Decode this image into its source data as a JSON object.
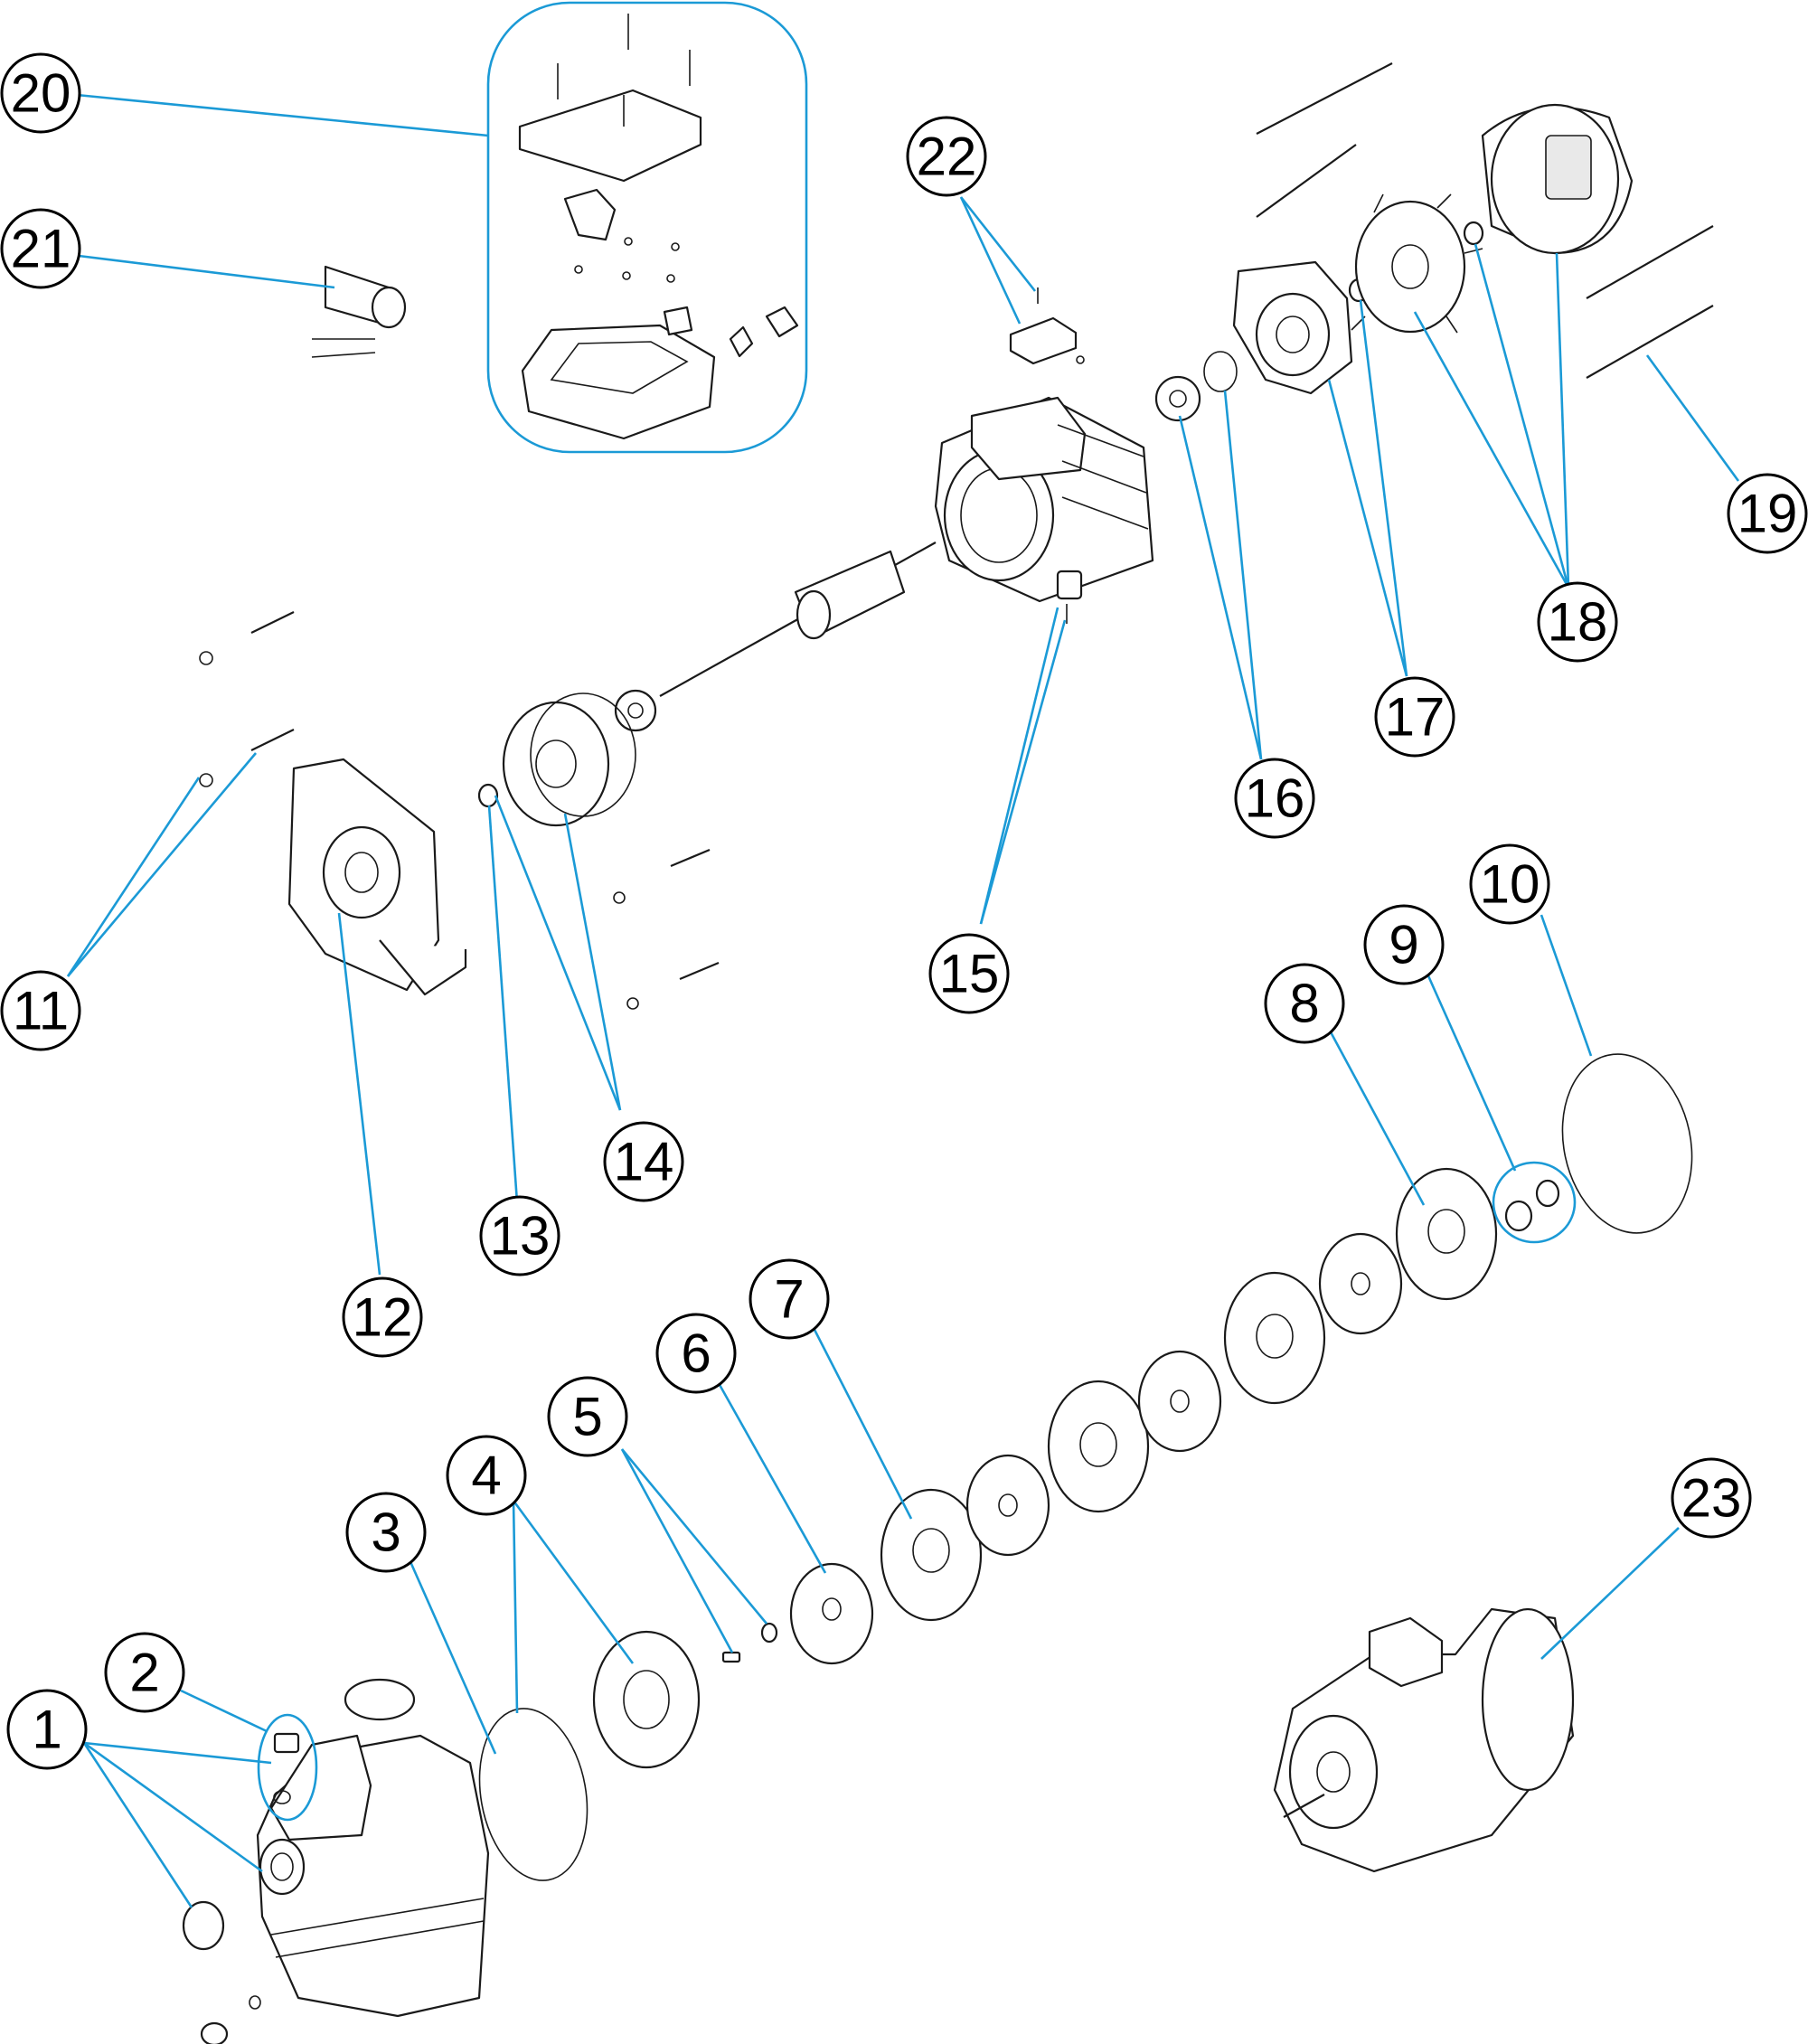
{
  "diagram": {
    "callouts": [
      {
        "id": "1",
        "label": "1"
      },
      {
        "id": "2",
        "label": "2"
      },
      {
        "id": "3",
        "label": "3"
      },
      {
        "id": "4",
        "label": "4"
      },
      {
        "id": "5",
        "label": "5"
      },
      {
        "id": "6",
        "label": "6"
      },
      {
        "id": "7",
        "label": "7"
      },
      {
        "id": "8",
        "label": "8"
      },
      {
        "id": "9",
        "label": "9"
      },
      {
        "id": "10",
        "label": "10"
      },
      {
        "id": "11",
        "label": "11"
      },
      {
        "id": "12",
        "label": "12"
      },
      {
        "id": "13",
        "label": "13"
      },
      {
        "id": "14",
        "label": "14"
      },
      {
        "id": "15",
        "label": "15"
      },
      {
        "id": "16",
        "label": "16"
      },
      {
        "id": "17",
        "label": "17"
      },
      {
        "id": "18",
        "label": "18"
      },
      {
        "id": "19",
        "label": "19"
      },
      {
        "id": "20",
        "label": "20"
      },
      {
        "id": "21",
        "label": "21"
      },
      {
        "id": "22",
        "label": "22"
      },
      {
        "id": "23",
        "label": "23"
      }
    ],
    "colors": {
      "leader": "#1b9ad6",
      "outline": "#1a1a1a",
      "background": "#ffffff"
    }
  }
}
